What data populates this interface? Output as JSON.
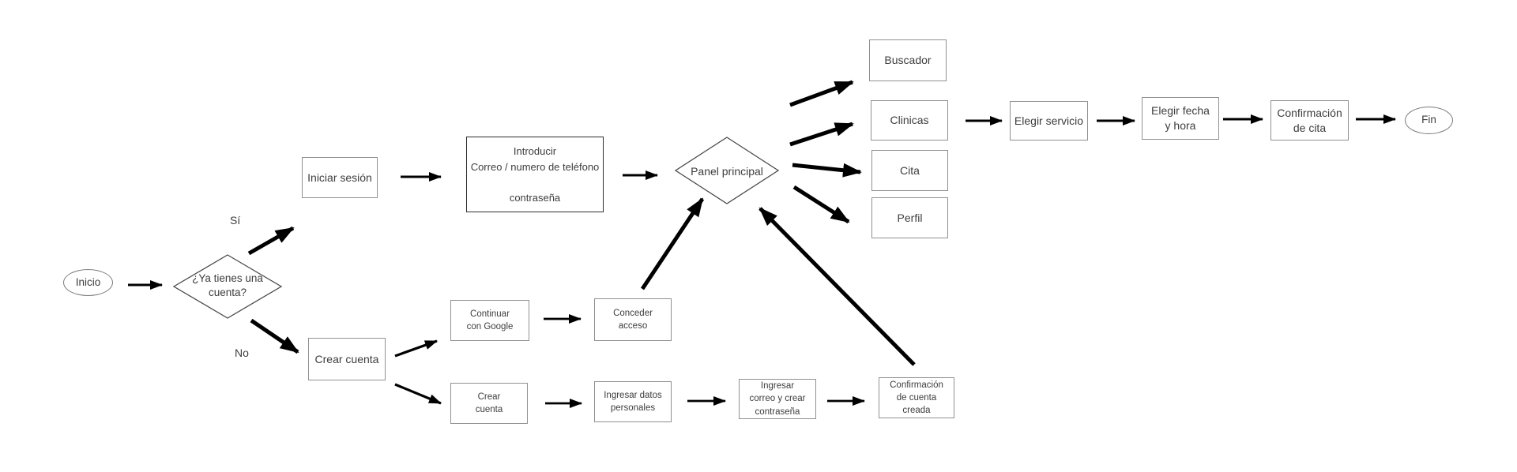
{
  "diagram": {
    "background": "#ffffff",
    "arrow_color": "#000000",
    "box_border_color": "#909090",
    "dark_border_color": "#2e2e2e",
    "nodes": {
      "inicio": "Inicio",
      "decision_cuenta": "¿Ya tienes una\ncuenta?",
      "iniciar_sesion": "Iniciar sesión",
      "introducir_credenciales": "Introducir\nCorreo / numero de teléfono\n\ncontraseña",
      "panel_principal": "Panel principal",
      "buscador": "Buscador",
      "clinicas": "Clinicas",
      "cita": "Cita",
      "perfil": "Perfil",
      "elegir_servicio": "Elegir servicio",
      "elegir_fecha_hora": "Elegir fecha\ny hora",
      "confirmacion_cita": "Confirmación\nde cita",
      "fin": "Fin",
      "crear_cuenta": "Crear cuenta",
      "continuar_google": "Continuar\ncon Google",
      "conceder_acceso": "Conceder\nacceso",
      "crear_cuenta_formulario": "Crear\ncuenta",
      "ingresar_datos": "Ingresar datos\npersonales",
      "ingresar_correo": "Ingresar\ncorreo y crear\ncontraseña",
      "confirmacion_cuenta": "Confirmación\nde cuenta\ncreada"
    },
    "edges": [
      {
        "from": "inicio",
        "to": "decision_cuenta",
        "label": ""
      },
      {
        "from": "decision_cuenta",
        "to": "iniciar_sesion",
        "label": "Sí"
      },
      {
        "from": "decision_cuenta",
        "to": "crear_cuenta",
        "label": "No"
      },
      {
        "from": "iniciar_sesion",
        "to": "introducir_credenciales",
        "label": ""
      },
      {
        "from": "introducir_credenciales",
        "to": "panel_principal",
        "label": ""
      },
      {
        "from": "panel_principal",
        "to": "buscador",
        "label": ""
      },
      {
        "from": "panel_principal",
        "to": "clinicas",
        "label": ""
      },
      {
        "from": "panel_principal",
        "to": "cita",
        "label": ""
      },
      {
        "from": "panel_principal",
        "to": "perfil",
        "label": ""
      },
      {
        "from": "clinicas",
        "to": "elegir_servicio",
        "label": ""
      },
      {
        "from": "elegir_servicio",
        "to": "elegir_fecha_hora",
        "label": ""
      },
      {
        "from": "elegir_fecha_hora",
        "to": "confirmacion_cita",
        "label": ""
      },
      {
        "from": "confirmacion_cita",
        "to": "fin",
        "label": ""
      },
      {
        "from": "crear_cuenta",
        "to": "continuar_google",
        "label": ""
      },
      {
        "from": "crear_cuenta",
        "to": "crear_cuenta_formulario",
        "label": ""
      },
      {
        "from": "continuar_google",
        "to": "conceder_acceso",
        "label": ""
      },
      {
        "from": "conceder_acceso",
        "to": "panel_principal",
        "label": ""
      },
      {
        "from": "crear_cuenta_formulario",
        "to": "ingresar_datos",
        "label": ""
      },
      {
        "from": "ingresar_datos",
        "to": "ingresar_correo",
        "label": ""
      },
      {
        "from": "ingresar_correo",
        "to": "confirmacion_cuenta",
        "label": ""
      },
      {
        "from": "confirmacion_cuenta",
        "to": "panel_principal",
        "label": ""
      }
    ]
  }
}
